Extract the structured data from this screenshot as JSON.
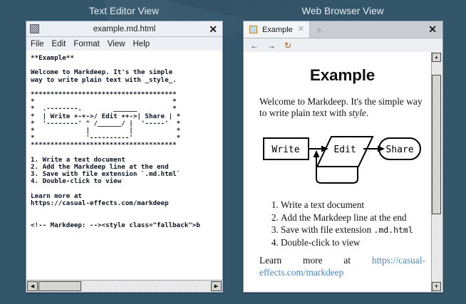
{
  "background": {
    "color": "#34566b"
  },
  "captions": {
    "editor": "Text Editor View",
    "browser": "Web Browser View"
  },
  "editor": {
    "title": "example.md.html",
    "icon": "window-hatch-icon",
    "close_label": "✕",
    "menus": [
      "File",
      "Edit",
      "Format",
      "View",
      "Help"
    ],
    "content": "**Example**\n\nWelcome to Markdeep. It's the simple\nway to write plain text with _style_.\n\n*********************************\n*                               *\n*  .--------.      ______       *\n*  | Write +-+->/ Edit ++->| Share | *\n*  '--------' ^ /______/ |  '-----'  *\n*             |          |          *\n*             '----------'          *\n*********************************\n\n1. Write a text document\n2. Add the Markdeep line at the end\n3. Save with file extension `.md.html`\n4. Double-click to view\n\nLearn more at\nhttps://casual-effects.com/markdeep\n\n\n<!-- Markdeep: --><style class=\"fallback\">b",
    "content_lines": [
      "**Example**",
      "",
      "Welcome to Markdeep. It's the simple",
      "way to write plain text with _style_.",
      "",
      "*************************************",
      "*                                   *",
      "*  .--------.        ______         *",
      "*  | Write +-+->/ Edit ++->| Share | *",
      "*  '--------' ^ /______/ |  '-----'  *",
      "*             |          |           *",
      "*             '----------'           *",
      "*************************************",
      "",
      "1. Write a text document",
      "2. Add the Markdeep line at the end",
      "3. Save with file extension `.md.html`",
      "4. Double-click to view",
      "",
      "Learn more at",
      "https://casual-effects.com/markdeep",
      "",
      "",
      "<!-- Markdeep: --><style class=\"fallback\">b"
    ],
    "scrollbar": {
      "left_arrow": "◀",
      "right_arrow": "▶"
    }
  },
  "browser": {
    "tab": {
      "label": "Example",
      "close_label": "✕",
      "icon": "page-square-icon"
    },
    "new_tab_label": "+",
    "window_close_label": "✕",
    "nav": {
      "back": "←",
      "forward": "→",
      "reload": "↻"
    },
    "page": {
      "title": "Example",
      "paragraph_before_italic": "Welcome to Markdeep. It's the simple way to write plain text with ",
      "paragraph_italic": "style",
      "paragraph_after_italic": ".",
      "diagram": {
        "nodes": [
          {
            "id": "write",
            "label": "Write",
            "shape": "rect"
          },
          {
            "id": "edit",
            "label": "Edit",
            "shape": "parallelogram"
          },
          {
            "id": "share",
            "label": "Share",
            "shape": "rounded-rect"
          }
        ],
        "edges": [
          {
            "from": "write",
            "to": "edit"
          },
          {
            "from": "edit",
            "to": "share"
          },
          {
            "from": "edit",
            "to": "write",
            "style": "feedback-loop"
          }
        ]
      },
      "list": [
        {
          "text": "Write a text document",
          "mono": ""
        },
        {
          "text": "Add the Markdeep line at the end",
          "mono": ""
        },
        {
          "text": "Save with file extension ",
          "mono": ".md.html"
        },
        {
          "text": "Double-click to view",
          "mono": ""
        }
      ],
      "learn_prefix": "Learn more at ",
      "learn_link": "https://casual-effects.com/markdeep"
    },
    "scrollbar": {
      "up_arrow": "▲",
      "down_arrow": "▼"
    }
  }
}
